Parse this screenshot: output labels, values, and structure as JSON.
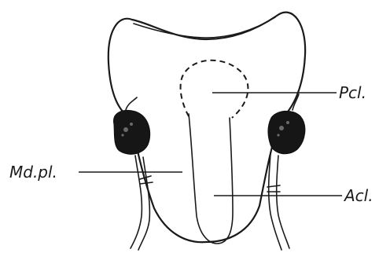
{
  "labels": {
    "pcl": "Pcl.",
    "mdpl": "Md.pl.",
    "acl": "Acl."
  }
}
